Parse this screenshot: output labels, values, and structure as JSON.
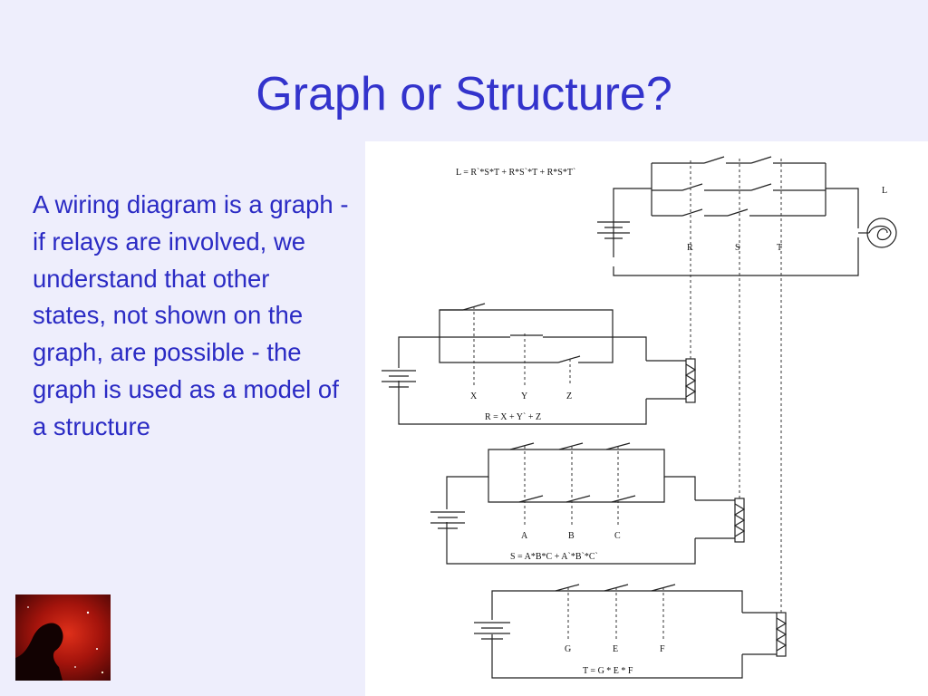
{
  "slide": {
    "title": "Graph or Structure?",
    "body": "A wiring diagram is a graph - if relays are involved, we understand that other states, not shown on the graph, are possible - the graph is used as a model of a structure"
  },
  "diagram": {
    "circuit_l": {
      "equation": "L = R`*S*T + R*S`*T + R*S*T`",
      "lamp_label": "L",
      "switch_labels": [
        "R",
        "S",
        "T"
      ]
    },
    "circuit_r": {
      "equation": "R = X + Y` + Z",
      "switch_labels": [
        "X",
        "Y",
        "Z"
      ]
    },
    "circuit_s": {
      "equation": "S = A*B*C + A`*B`*C`",
      "switch_labels": [
        "A",
        "B",
        "C"
      ]
    },
    "circuit_t": {
      "equation": "T = G * E * F",
      "switch_labels": [
        "G",
        "E",
        "F"
      ]
    }
  }
}
